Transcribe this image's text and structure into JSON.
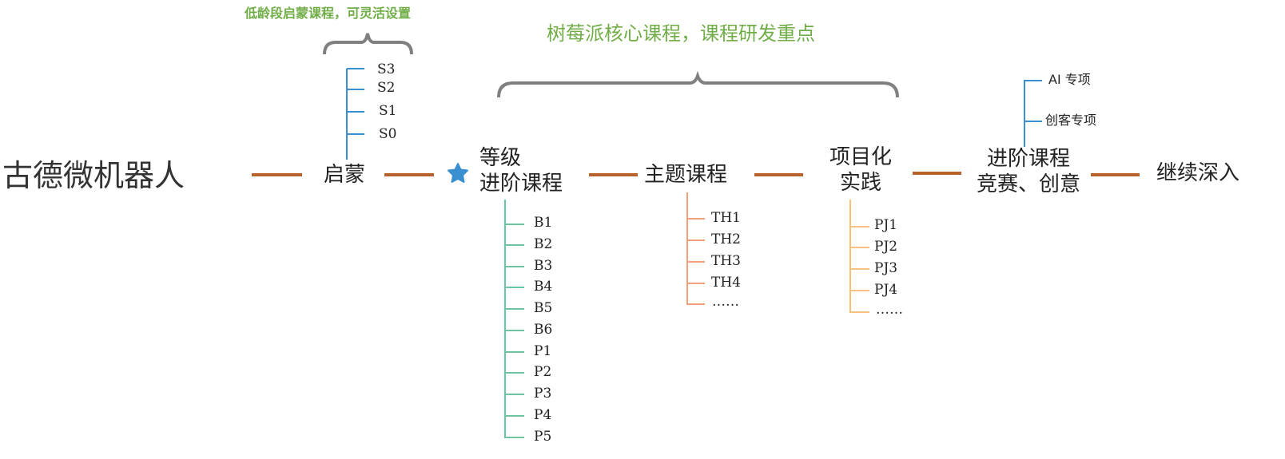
{
  "title": "古德微机器人",
  "stages": {
    "qimeng": "启蒙",
    "dengji_line1": "等级",
    "dengji_line2": "进阶课程",
    "zhuti": "主题课程",
    "xiangmu_line1": "项目化",
    "xiangmu_line2": "实践",
    "jinjie_line1": "进阶课程",
    "jinjie_line2": "竞赛、创意",
    "shenru": "继续深入"
  },
  "annotations": {
    "low_age": "低龄段启蒙课程，可灵活设置",
    "core": "树莓派核心课程，课程研发重点"
  },
  "branches": {
    "qimeng": [
      "S3",
      "S2",
      "S1",
      "S0"
    ],
    "dengji": [
      "B1",
      "B2",
      "B3",
      "B4",
      "B5",
      "B6",
      "P1",
      "P2",
      "P3",
      "P4",
      "P5"
    ],
    "zhuti": [
      "TH1",
      "TH2",
      "TH3",
      "TH4",
      "……"
    ],
    "xiangmu": [
      "PJ1",
      "PJ2",
      "PJ3",
      "PJ4",
      "……"
    ],
    "jinjie": [
      "AI 专项",
      "创客专项"
    ]
  },
  "colors": {
    "connector": "#b5622b",
    "blue": "#3a8fd0",
    "green": "#6cc4a0",
    "salmon": "#f2a07b",
    "orange": "#f7c27f",
    "brace": "#808080",
    "annotation": "#70ad47",
    "star": "#3a8fd0"
  },
  "icons": {
    "star": "star-icon"
  }
}
